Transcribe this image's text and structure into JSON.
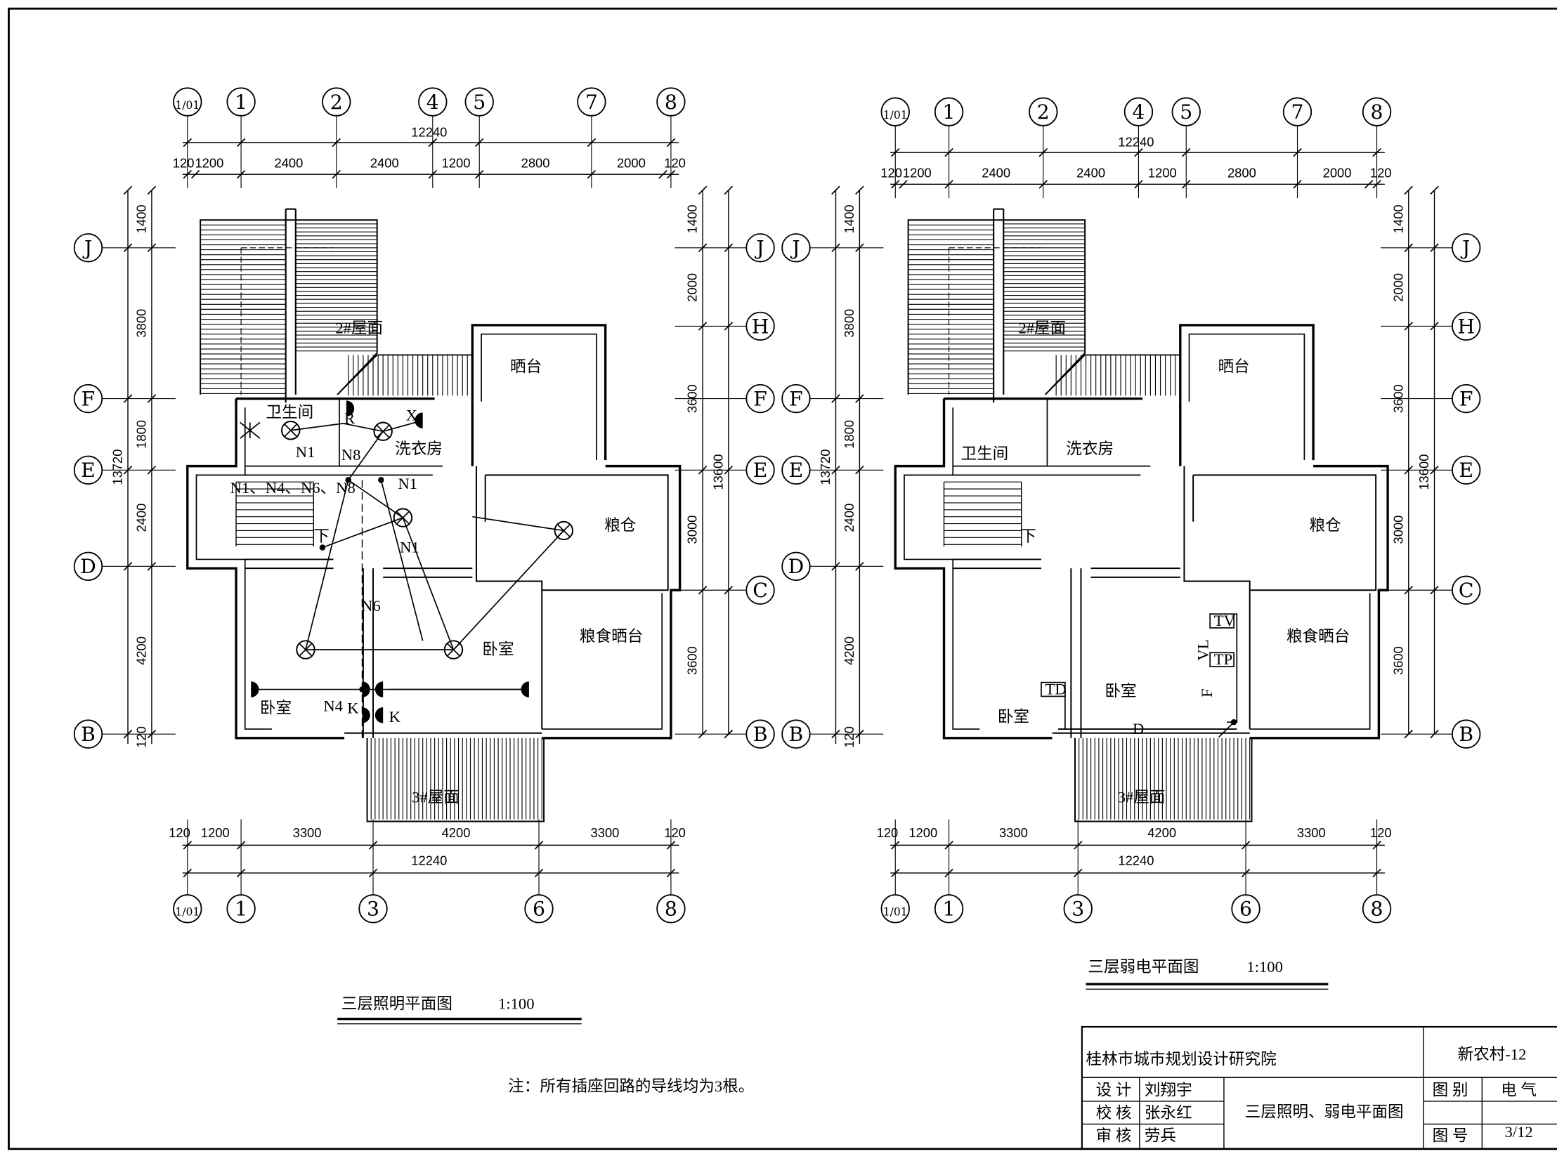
{
  "plans": [
    {
      "title": "三层照明平面图",
      "scale": "1:100",
      "axes_top": [
        "1/01",
        "1",
        "2",
        "4",
        "5",
        "7",
        "8"
      ],
      "axes_bottom": [
        "1/01",
        "1",
        "3",
        "6",
        "8"
      ],
      "axes_left": [
        "J",
        "F",
        "E",
        "D",
        "B"
      ],
      "axes_right": [
        "J",
        "H",
        "F",
        "E",
        "C",
        "B"
      ],
      "dims_top_total": "12240",
      "dims_top": [
        "120",
        "1200",
        "2400",
        "2400",
        "1200",
        "2800",
        "2000",
        "120"
      ],
      "dims_bottom_total": "12240",
      "dims_bottom": [
        "120",
        "1200",
        "3300",
        "4200",
        "3300",
        "120"
      ],
      "dims_left": [
        "1400",
        "3800",
        "1800",
        "2400",
        "4200",
        "120"
      ],
      "dims_left_total": "13720",
      "dims_right": [
        "1400",
        "2000",
        "3600",
        "3000",
        "3600"
      ],
      "dims_right_total": "13600",
      "rooms": {
        "roof2": "2#屋面",
        "roof3": "3#屋面",
        "terrace": "晒台",
        "bath": "卫生间",
        "laundry": "洗衣房",
        "granary": "粮仓",
        "grain_terrace": "粮食晒台",
        "bedroom_left": "卧室",
        "bedroom_right": "卧室",
        "stairs_down": "下"
      },
      "wires": {
        "n1a": "N1",
        "n8": "N8",
        "n1b": "N1",
        "n1c": "N1",
        "n6": "N6",
        "n4": "N4",
        "group": "N1、N4、N6、N8"
      },
      "marks": {
        "r": "R",
        "x": "X",
        "k1": "K",
        "k2": "K"
      }
    },
    {
      "title": "三层弱电平面图",
      "scale": "1:100",
      "axes_top": [
        "1/01",
        "1",
        "2",
        "4",
        "5",
        "7",
        "8"
      ],
      "axes_bottom": [
        "1/01",
        "1",
        "3",
        "6",
        "8"
      ],
      "axes_left": [
        "J",
        "F",
        "E",
        "D",
        "B"
      ],
      "axes_right": [
        "J",
        "H",
        "F",
        "E",
        "C",
        "B"
      ],
      "dims_top_total": "12240",
      "dims_top": [
        "120",
        "1200",
        "2400",
        "2400",
        "1200",
        "2800",
        "2000",
        "120"
      ],
      "dims_bottom_total": "12240",
      "dims_bottom": [
        "120",
        "1200",
        "3300",
        "4200",
        "3300",
        "120"
      ],
      "dims_left": [
        "1400",
        "3800",
        "1800",
        "2400",
        "4200",
        "120"
      ],
      "dims_left_total": "13720",
      "dims_right": [
        "1400",
        "2000",
        "3600",
        "3000",
        "3600"
      ],
      "dims_right_total": "13600",
      "rooms": {
        "roof2": "2#屋面",
        "roof3": "3#屋面",
        "terrace": "晒台",
        "bath": "卫生间",
        "laundry": "洗衣房",
        "granary": "粮仓",
        "grain_terrace": "粮食晒台",
        "bedroom_left": "卧室",
        "bedroom_right": "卧室",
        "stairs_down": "下"
      },
      "weak": {
        "tv": "TV",
        "tp": "TP",
        "td": "TD",
        "vl": "VL",
        "f": "F",
        "d": "D"
      }
    }
  ],
  "note": "注：所有插座回路的导线均为3根。",
  "title_block": {
    "institute": "桂林市城市规划设计研究院",
    "project": "新农村-12",
    "drawing_name": "三层照明、弱电平面图",
    "rows": [
      {
        "role": "设 计",
        "name": "刘翔宇"
      },
      {
        "role": "校 核",
        "name": "张永红"
      },
      {
        "role": "审 核",
        "name": "劳兵"
      }
    ],
    "category_label": "图 别",
    "category_value": "电 气",
    "number_label": "图 号",
    "number_value": "3/12"
  }
}
